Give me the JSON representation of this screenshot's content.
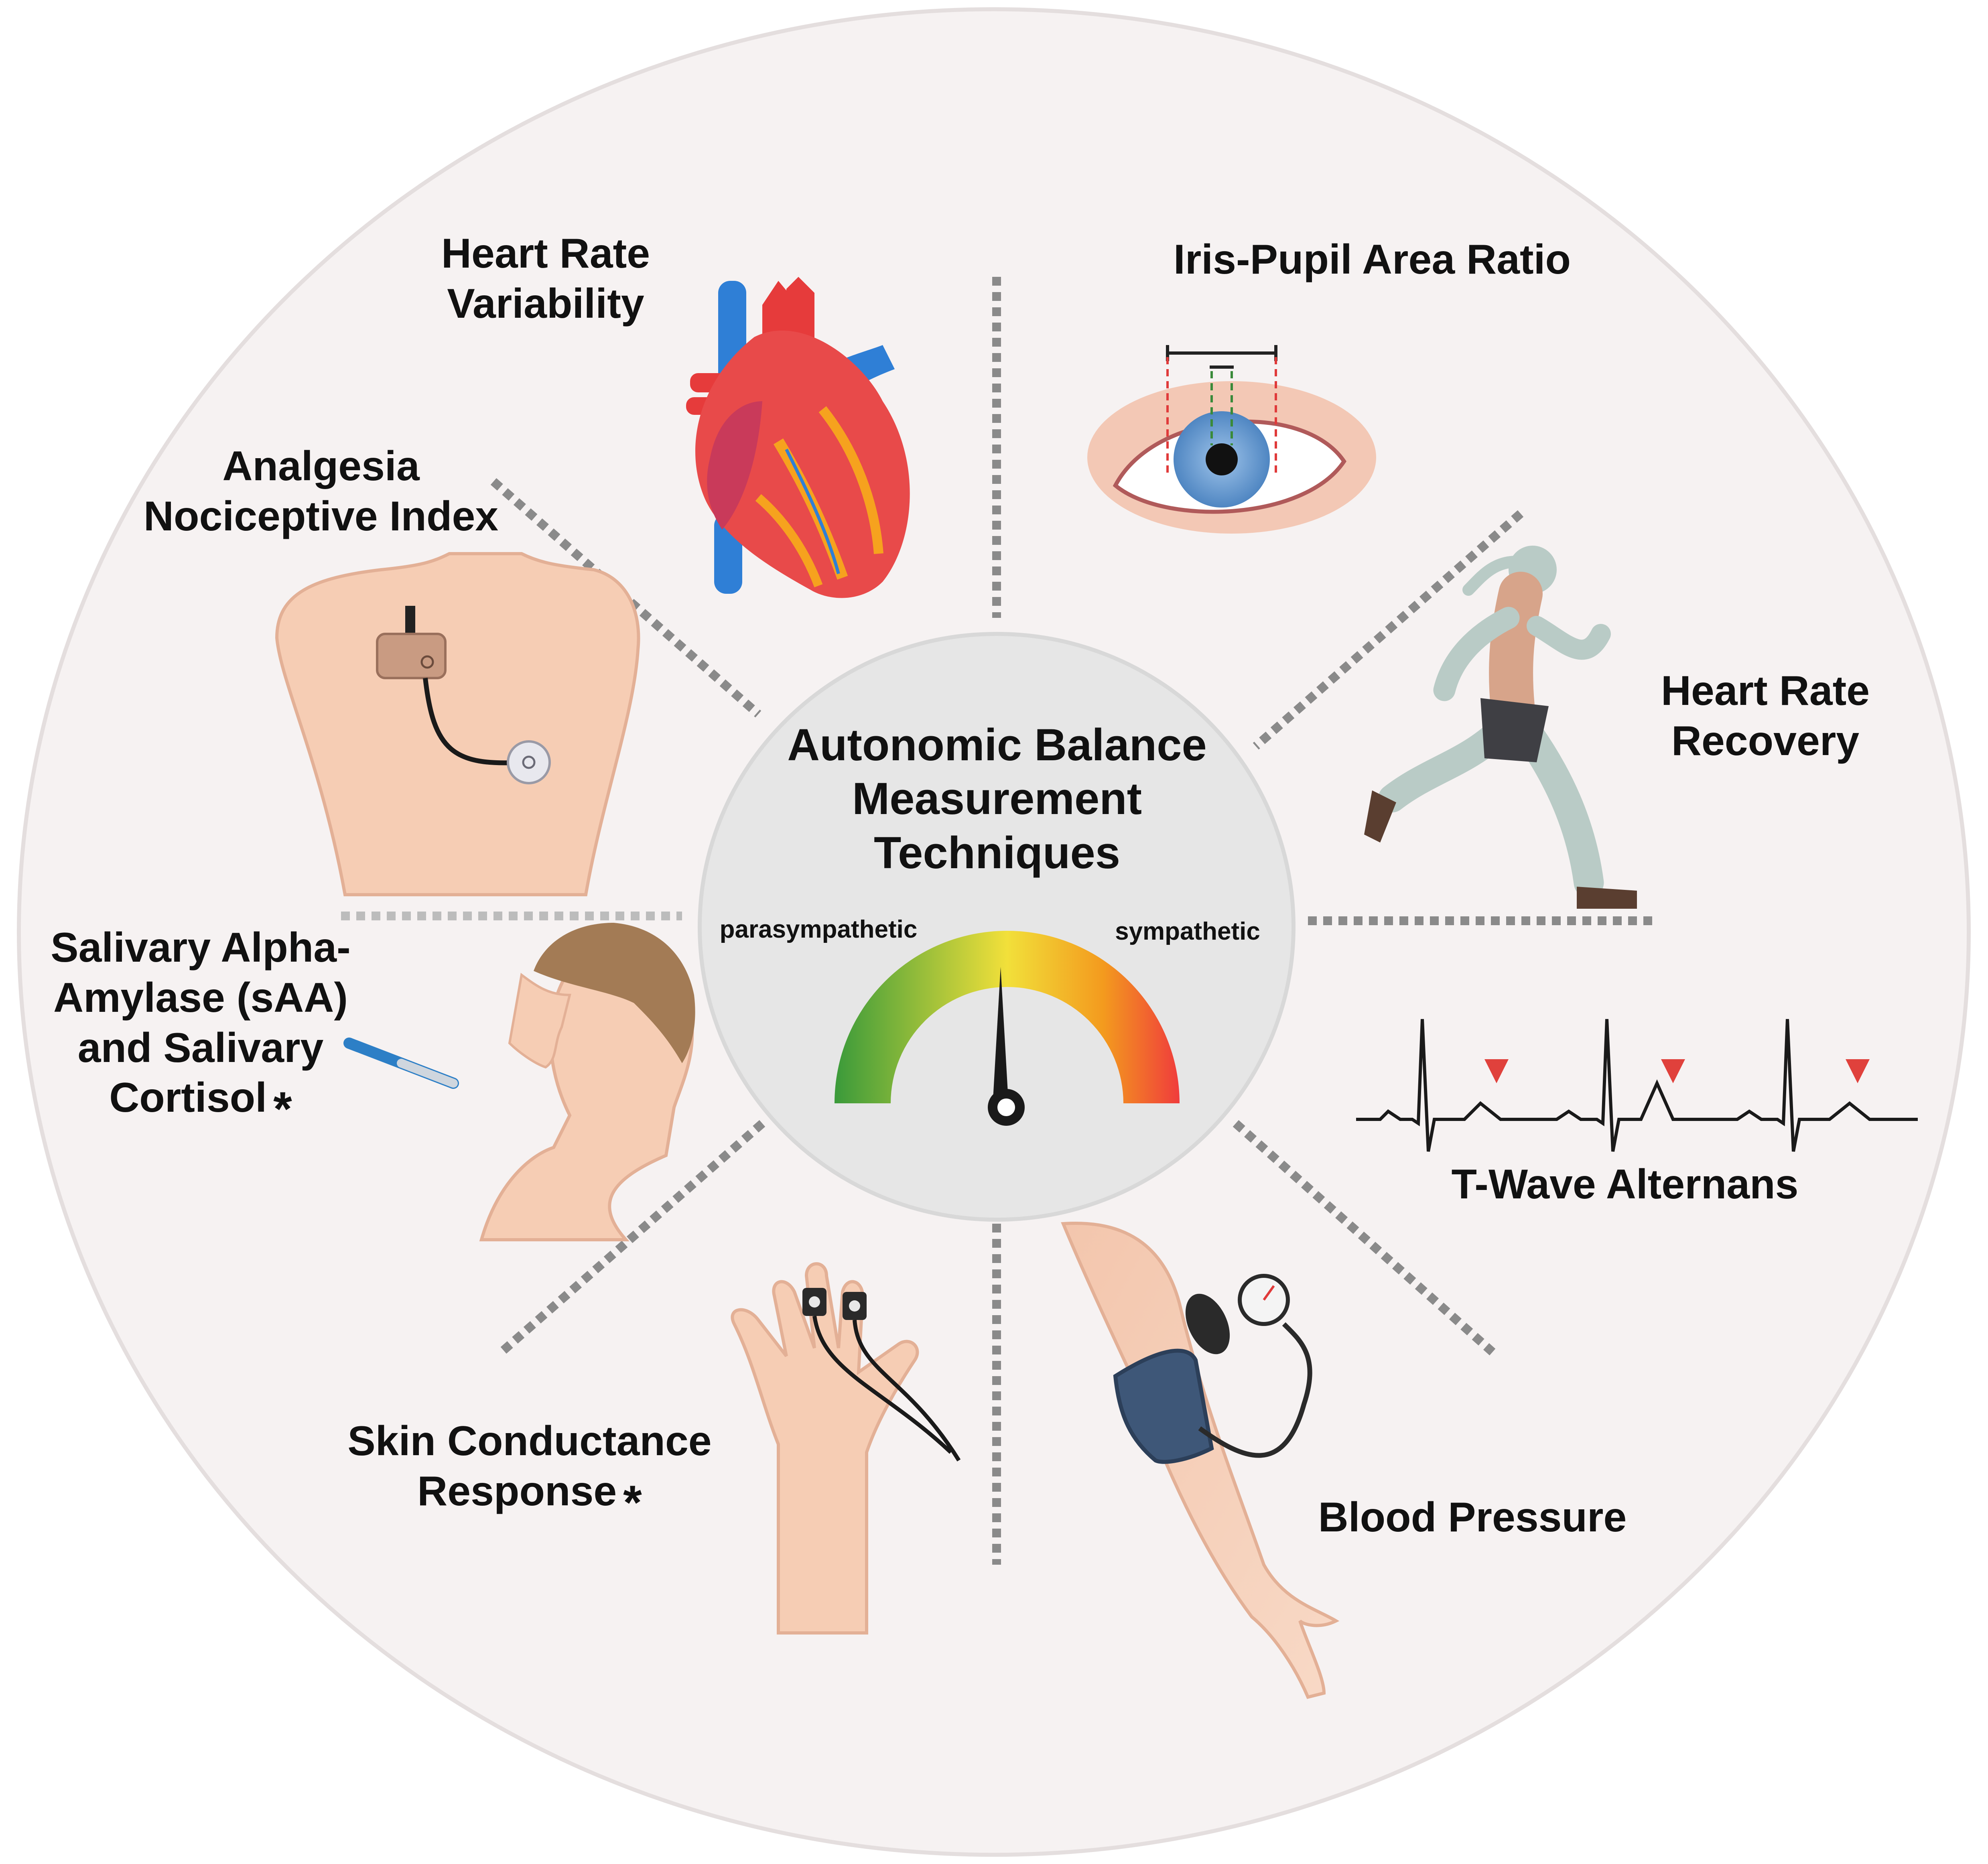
{
  "center": {
    "title_lines": [
      "Autonomic Balance",
      "Measurement",
      "Techniques"
    ],
    "gauge": {
      "left_label": "parasympathetic",
      "right_label": "sympathetic",
      "colors": [
        "#3a9a3a",
        "#f2e03a",
        "#f39a1e",
        "#f03c3c"
      ]
    }
  },
  "techniques": {
    "hrv": {
      "lines": [
        "Heart Rate",
        "Variability"
      ],
      "icon": "heart-icon"
    },
    "iris": {
      "lines": [
        "Iris-Pupil Area Ratio"
      ],
      "icon": "eye-icon"
    },
    "ani": {
      "lines": [
        "Analgesia",
        "Nociceptive Index"
      ],
      "icon": "chest-sensor-icon"
    },
    "hrr": {
      "lines": [
        "Heart Rate",
        "Recovery"
      ],
      "icon": "runner-icon"
    },
    "saa": {
      "lines": [
        "Salivary Alpha-",
        "Amylase (sAA)",
        "and Salivary",
        "Cortisol"
      ],
      "star": "*",
      "icon": "saliva-swab-icon"
    },
    "twa": {
      "lines": [
        "T-Wave Alternans"
      ],
      "icon": "ecg-icon"
    },
    "scr": {
      "lines": [
        "Skin Conductance",
        "Response"
      ],
      "star": "*",
      "icon": "hand-electrodes-icon"
    },
    "bp": {
      "lines": [
        "Blood Pressure"
      ],
      "icon": "blood-pressure-cuff-icon"
    }
  },
  "colors": {
    "outer_disc": "#f6f2f2",
    "inner_disc": "#e6e6e6",
    "divider": "#8a8a8a",
    "skin": "#f6cdb4",
    "ecg_marker": "#e0413c"
  }
}
